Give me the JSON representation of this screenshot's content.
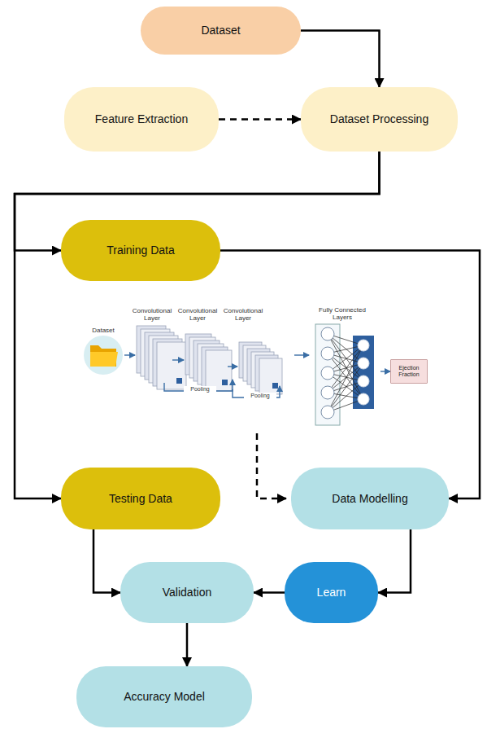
{
  "diagram": {
    "nodes": [
      {
        "text": [
          "Dataset"
        ]
      },
      {
        "text": [
          "Feature Extraction"
        ]
      },
      {
        "text": [
          "Dataset Processing"
        ]
      },
      {
        "text": [
          "Training Data"
        ]
      },
      {
        "text": [
          "Ejection Fraction"
        ]
      },
      {
        "text": [
          "Testing Data"
        ]
      },
      {
        "text": [
          "Data Modelling"
        ]
      },
      {
        "text": [
          "Validation"
        ]
      },
      {
        "text": [
          "Learn"
        ]
      },
      {
        "text": [
          "Accuracy Model"
        ]
      }
    ],
    "edges": [
      {
        "from": 0,
        "to": 2,
        "arrow": "to"
      },
      {
        "from": 1,
        "to": 2,
        "arrow": "to"
      },
      {
        "from": 2,
        "to": 3,
        "arrow": "to"
      },
      {
        "from": 2,
        "to": 5,
        "arrow": "to"
      },
      {
        "from": 3,
        "to": 6,
        "arrow": "to"
      },
      {
        "from": 6,
        "to": 8,
        "arrow": "to"
      },
      {
        "from": 8,
        "to": 7,
        "arrow": "to"
      },
      {
        "from": 5,
        "to": 7,
        "arrow": "to"
      },
      {
        "from": 7,
        "to": 9,
        "arrow": "to"
      }
    ],
    "labels": [
      "Dataset",
      "Convolutional Layer",
      "Convolutional Layer",
      "Convolutional Layer",
      "Fully Connected Layers",
      "Pooling",
      "Pooling"
    ]
  }
}
